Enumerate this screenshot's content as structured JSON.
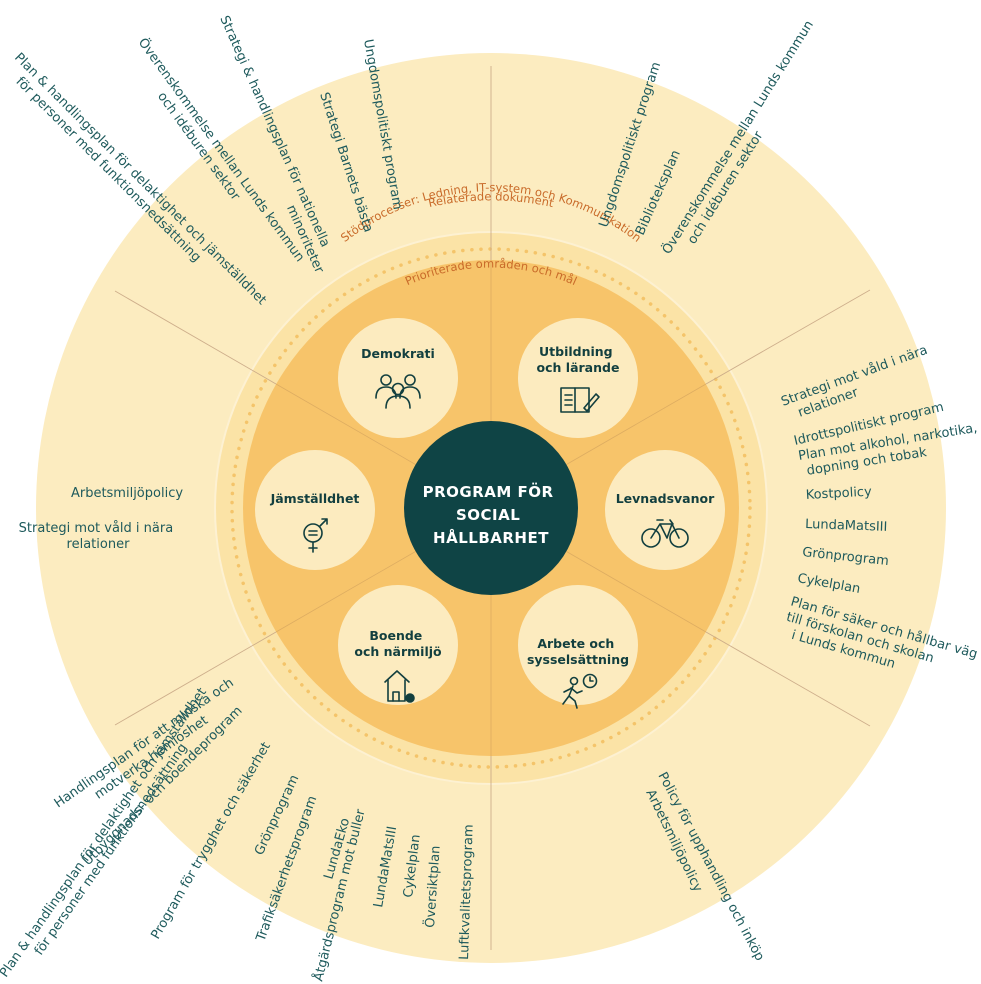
{
  "center": {
    "lines": [
      "PROGRAM FÖR",
      "SOCIAL",
      "HÅLLBARHET"
    ]
  },
  "rings": {
    "outer_label": "Relaterade dokument",
    "support_label": "Stödprocesser: Ledning, IT-system och Kommunikation",
    "inner_label": "Prioriterade områden och mål"
  },
  "areas": [
    {
      "id": "demokrati",
      "title": [
        "Demokrati"
      ],
      "icon": "people-icon"
    },
    {
      "id": "utbildning",
      "title": [
        "Utbildning",
        "och lärande"
      ],
      "icon": "book-pencil-icon"
    },
    {
      "id": "levnadsvanor",
      "title": [
        "Levnadsvanor"
      ],
      "icon": "bicycle-icon"
    },
    {
      "id": "arbete",
      "title": [
        "Arbete och",
        "sysselsättning"
      ],
      "icon": "walker-clock-icon"
    },
    {
      "id": "boende",
      "title": [
        "Boende",
        "och närmiljö"
      ],
      "icon": "house-icon"
    },
    {
      "id": "jamstalldhet",
      "title": [
        "Jämställdhet"
      ],
      "icon": "gender-equality-icon"
    }
  ],
  "documents": {
    "demokrati": [
      [
        "Plan & handlingsplan för delaktighet och jämställdhet",
        "för personer med funktionsnedsättning"
      ],
      [
        "Överenskommelse mellan Lunds kommun",
        "och idéburen sektor"
      ],
      [
        "Strategi & handlingsplan för nationella",
        "minoriteter"
      ],
      [
        "Strategi Barnets bästa"
      ],
      [
        "Ungdomspolitiskt program"
      ]
    ],
    "utbildning": [
      [
        "Ungdomspolitiskt program"
      ],
      [
        "Biblioteksplan"
      ],
      [
        "Överenskommelse mellan Lunds kommun",
        "och idéburen sektor"
      ]
    ],
    "levnadsvanor": [
      [
        "Strategi mot våld i nära",
        "relationer"
      ],
      [
        "Idrottspolitiskt program"
      ],
      [
        "Plan mot alkohol, narkotika,",
        "dopning och tobak"
      ],
      [
        "Kostpolicy"
      ],
      [
        "LundaMatsIII"
      ],
      [
        "Grönprogram"
      ],
      [
        "Cykelplan"
      ],
      [
        "Plan för säker och hållbar väg",
        "till förskolan och skolan",
        "i Lunds kommun"
      ]
    ],
    "arbete": [
      [
        "Policy för upphandling och inköp"
      ],
      [
        "Arbetsmiljöpolicy"
      ]
    ],
    "boende": [
      [
        "Handlingsplan för att minska och",
        "motverka hemlöshet"
      ],
      [
        "Utbyggnads- och boendeprogram"
      ],
      [
        "Plan & handlingsplan för delaktighet och jämställdhet",
        "för personer med funktionsnedsättning"
      ],
      [
        "Program för trygghet och säkerhet"
      ],
      [
        "Grönprogram"
      ],
      [
        "Trafiksäkerhetsprogram"
      ],
      [
        "LundaEko"
      ],
      [
        "Åtgärdsprogram mot buller"
      ],
      [
        "LundaMatsIII"
      ],
      [
        "Cykelplan"
      ],
      [
        "Översiktplan"
      ],
      [
        "Luftkvalitetsprogram"
      ]
    ],
    "jamstalldhet": [
      [
        "Arbetsmiljöpolicy"
      ],
      [
        "Strategi mot våld i nära",
        "relationer"
      ]
    ]
  },
  "colors": {
    "outer_ring": "#fcecc0",
    "middle_ring": "#fbe3a6",
    "dot": "#f4c46a",
    "inner_disc": "#f7c46a",
    "area_circle": "#fcebbf",
    "center": "#0f4445",
    "doc_text": "#1e5a5c",
    "ring_label": "#c96b2a"
  }
}
